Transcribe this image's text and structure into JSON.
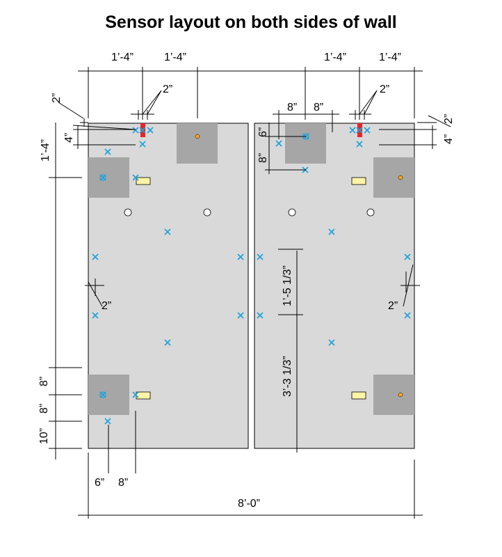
{
  "title": "Sensor layout on both sides of wall",
  "dimensions": {
    "left_top_1": "1’-4”",
    "left_top_2": "1’-4”",
    "right_top_1": "1’-4”",
    "right_top_2": "1’-4”",
    "left_2in_top": "2”",
    "left_2in_corner": "2”",
    "left_4in": "4”",
    "left_1ft4": "1’-4”",
    "left_8in_a": "8”",
    "left_8in_b": "8”",
    "left_10in": "10”",
    "left_2in_mid": "2”",
    "bottom_6in": "6”",
    "bottom_8in": "8”",
    "overall": "8’-0”",
    "right_8in_a": "8”",
    "right_8in_b": "8”",
    "right_6in": "6”",
    "right_8in_v": "8”",
    "right_2in_top": "2”",
    "right_2in_corner": "2”",
    "right_4in": "4”",
    "right_1ft5": "1’-5 1/3”",
    "right_3ft3": "3’-3 1/3”",
    "right_2in_mid": "2”"
  },
  "colors": {
    "panel": "#d9d9d9",
    "block": "#a6a6a6",
    "sensor": "#22a3d9",
    "red_marker": "#e8242a",
    "yellow_marker": "#fff3a8",
    "orange_dot": "#f5a623"
  }
}
